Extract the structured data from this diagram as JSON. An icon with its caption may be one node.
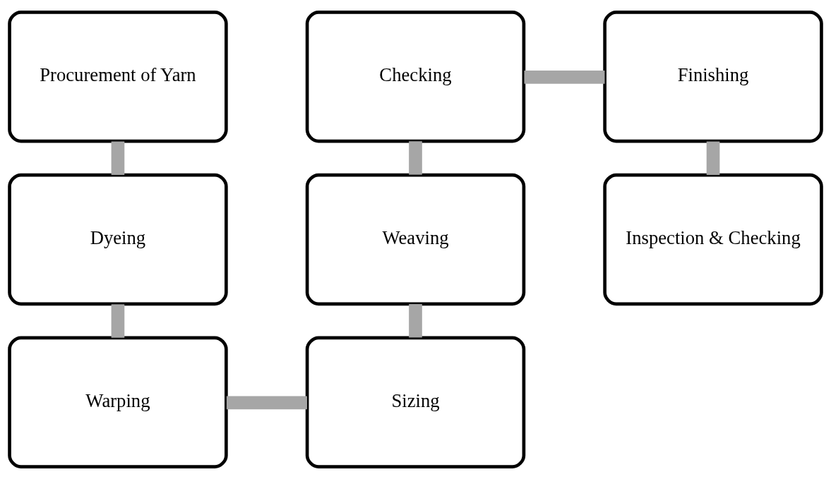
{
  "diagram": {
    "nodes": [
      {
        "text": [
          "Procurement of Yarn"
        ]
      },
      {
        "text": [
          "Dyeing"
        ]
      },
      {
        "text": [
          "Warping"
        ]
      },
      {
        "text": [
          "Sizing"
        ]
      },
      {
        "text": [
          "Weaving"
        ]
      },
      {
        "text": [
          "Checking"
        ]
      },
      {
        "text": [
          "Finishing"
        ]
      },
      {
        "text": [
          "Inspection & Checking"
        ]
      }
    ],
    "edges": [
      {
        "from": 0,
        "to": 1,
        "arrow": "none"
      },
      {
        "from": 1,
        "to": 2,
        "arrow": "none"
      },
      {
        "from": 2,
        "to": 3,
        "arrow": "none"
      },
      {
        "from": 3,
        "to": 4,
        "arrow": "none"
      },
      {
        "from": 4,
        "to": 5,
        "arrow": "none"
      },
      {
        "from": 5,
        "to": 6,
        "arrow": "none"
      },
      {
        "from": 6,
        "to": 7,
        "arrow": "none"
      }
    ]
  }
}
